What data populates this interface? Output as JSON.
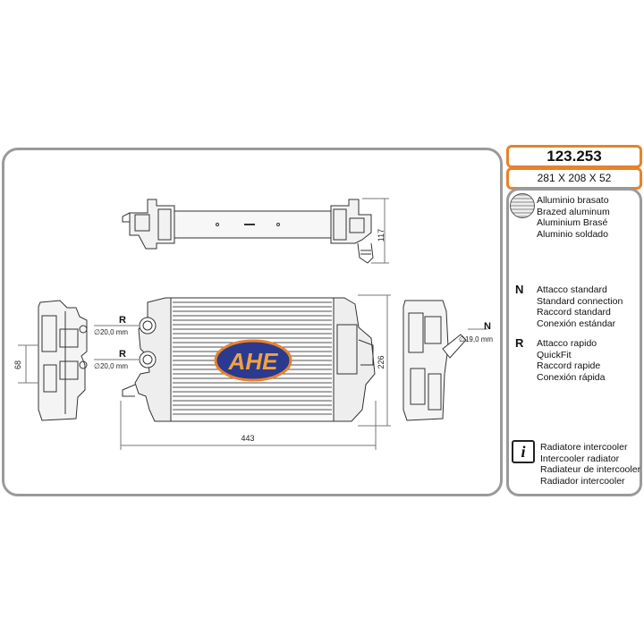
{
  "header": {
    "part_number": "123.253",
    "dimensions": "281 X 208 X 52"
  },
  "material": {
    "icon": "brazed-aluminum-swatch-icon",
    "lines": [
      "Alluminio brasato",
      "Brazed aluminum",
      "Aluminium Brasé",
      "Aluminio soldado"
    ]
  },
  "connections": [
    {
      "letter": "N",
      "lines": [
        "Attacco standard",
        "Standard connection",
        "Raccord standard",
        "Conexión estándar"
      ]
    },
    {
      "letter": "R",
      "lines": [
        "Attacco rapido",
        "QuickFit",
        "Raccord rapide",
        "Conexión rápida"
      ]
    }
  ],
  "info": {
    "icon": "info-icon",
    "icon_glyph": "i",
    "lines": [
      "Radiatore intercooler",
      "Intercooler radiator",
      "Radiateur de intercooler",
      "Radiador intercooler"
    ]
  },
  "drawing": {
    "logo": "AHE",
    "dim_top_height": "117",
    "dim_width": "443",
    "dim_height": "226",
    "dim_side": "68",
    "port_r1_letter": "R",
    "port_r1_diameter": "∅20,0 mm",
    "port_r2_letter": "R",
    "port_r2_diameter": "∅20,0 mm",
    "port_n_letter": "N",
    "port_n_diameter": "∅19,0 mm"
  },
  "colors": {
    "orange_border": "#e8822c",
    "panel_border": "#9a9a9a",
    "logo_fill": "#2b3a8f",
    "logo_border": "#e8822c"
  }
}
